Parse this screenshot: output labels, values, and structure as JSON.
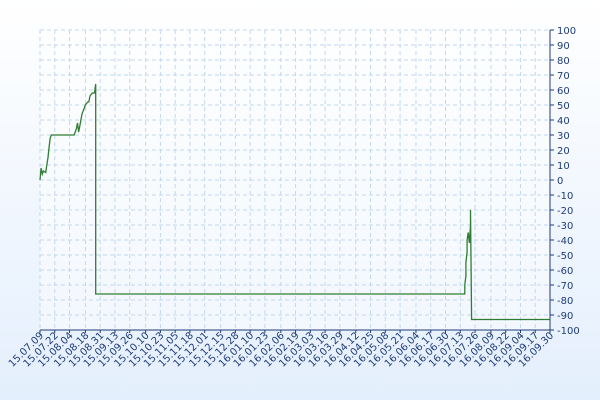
{
  "chart_data": {
    "type": "line",
    "title": "",
    "xlabel": "",
    "ylabel": "",
    "ylim": [
      -100,
      100
    ],
    "yticks": [
      100,
      90,
      80,
      70,
      60,
      50,
      40,
      30,
      20,
      10,
      0,
      -10,
      -20,
      -30,
      -40,
      -50,
      -60,
      -70,
      -80,
      -90,
      -100
    ],
    "xticks": [
      "15.07.09",
      "15.07.22",
      "15.08.04",
      "15.08.18",
      "15.08.31",
      "15.09.13",
      "15.09.26",
      "15.10.10",
      "15.10.23",
      "15.11.05",
      "15.11.18",
      "15.12.01",
      "15.12.15",
      "15.12.28",
      "16.01.10",
      "16.01.23",
      "16.02.06",
      "16.02.19",
      "16.03.03",
      "16.03.16",
      "16.03.29",
      "16.04.12",
      "16.04.25",
      "16.05.08",
      "16.05.21",
      "16.06.04",
      "16.06.17",
      "16.06.30",
      "16.07.13",
      "16.07.26",
      "16.08.09",
      "16.08.22",
      "16.09.04",
      "16.09.17",
      "16.09.30"
    ],
    "grid": true,
    "series": [
      {
        "color": "#2e7d32",
        "x": [
          "2015-07-09",
          "2015-07-10",
          "2015-07-11",
          "2015-07-12",
          "2015-07-14",
          "2015-07-15",
          "2015-07-16",
          "2015-07-17",
          "2015-07-18",
          "2015-07-19",
          "2015-07-21",
          "2015-07-22",
          "2015-07-24",
          "2015-07-29",
          "2015-08-04",
          "2015-08-08",
          "2015-08-10",
          "2015-08-11",
          "2015-08-12",
          "2015-08-13",
          "2015-08-14",
          "2015-08-15",
          "2015-08-17",
          "2015-08-18",
          "2015-08-20",
          "2015-08-21",
          "2015-08-22",
          "2015-08-24",
          "2015-08-26",
          "2015-08-27",
          "2015-08-27",
          "2015-08-28",
          "2016-07-17",
          "2016-07-17",
          "2016-07-18",
          "2016-07-18",
          "2016-07-19",
          "2016-07-19",
          "2016-07-20",
          "2016-07-21",
          "2016-07-22",
          "2016-07-22",
          "2016-07-23",
          "2016-08-01",
          "2016-09-30"
        ],
        "y": [
          0,
          8,
          4,
          6,
          5,
          10,
          15,
          22,
          28,
          30,
          30,
          30,
          30,
          30,
          30,
          30,
          34,
          38,
          32,
          36,
          40,
          44,
          48,
          50,
          52,
          52,
          56,
          58,
          58,
          64,
          -76,
          -76,
          -76,
          -70,
          -64,
          -55,
          -48,
          -40,
          -35,
          -42,
          -30,
          -20,
          -93,
          -93,
          -93
        ]
      }
    ]
  }
}
